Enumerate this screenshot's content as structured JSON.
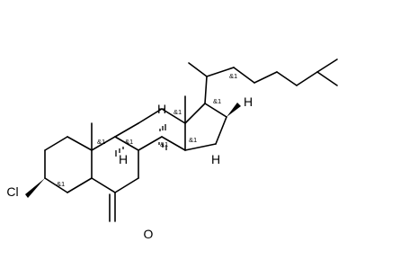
{
  "molecule": {
    "atoms": {
      "cl": "Cl",
      "o": "O",
      "h17": "H",
      "h14": "H",
      "h8": "H",
      "h9": "H"
    },
    "stereo_label": "&1"
  }
}
